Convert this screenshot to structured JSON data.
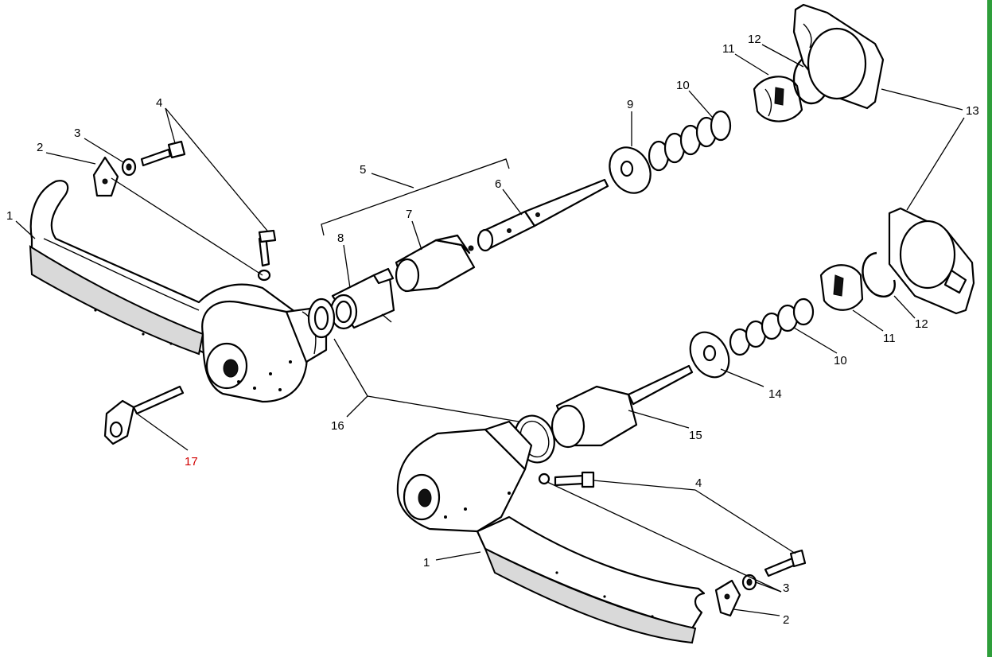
{
  "diagram": {
    "labels": {
      "l1a": "1",
      "l1b": "1",
      "l2a": "2",
      "l2b": "2",
      "l3a": "3",
      "l3b": "3",
      "l4a": "4",
      "l4b": "4",
      "l5": "5",
      "l6": "6",
      "l7": "7",
      "l8": "8",
      "l9": "9",
      "l10a": "10",
      "l10b": "10",
      "l11a": "11",
      "l11b": "11",
      "l12a": "12",
      "l12b": "12",
      "l13": "13",
      "l14": "14",
      "l15": "15",
      "l16": "16",
      "l17": "17"
    },
    "colors": {
      "line": "#000000",
      "highlight_label": "#d10000",
      "frame_border": "#2e9e3a",
      "background": "#ffffff"
    }
  }
}
